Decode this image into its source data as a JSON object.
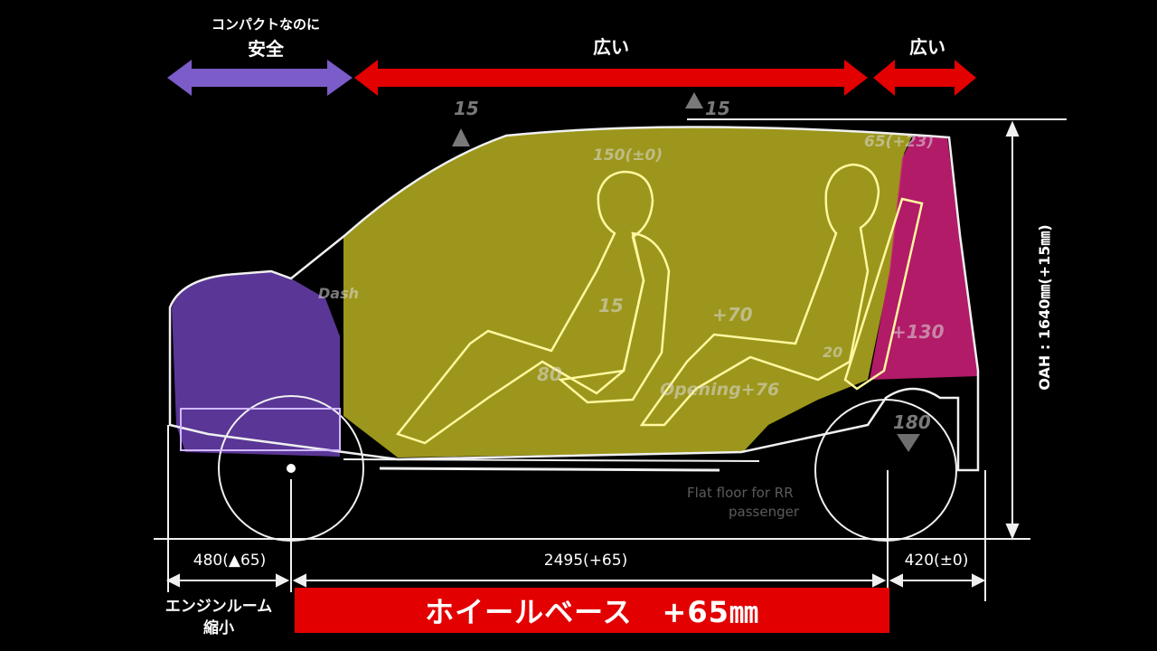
{
  "header": {
    "front_label_line1": "コンパクトなのに",
    "front_label_line2": "安全",
    "cabin_label": "広い",
    "rear_label": "広い"
  },
  "annotations": {
    "roof_front": "15",
    "roof_rear": "15",
    "head_front": "150(±0)",
    "head_rear": "65(+23)",
    "dash": "Dash",
    "seat_front": "15",
    "knee_front": "80",
    "legroom": "+70",
    "opening": "Opening+76",
    "rear_seat": "20",
    "luggage": "+130",
    "luggage_floor": "180",
    "flat_floor_line1": "Flat floor for RR",
    "flat_floor_line2": "passenger"
  },
  "dimensions": {
    "front_overhang": "480(▲65)",
    "wheelbase": "2495(+65)",
    "rear_overhang": "420(±0)",
    "height": "OAH : 1640㎜(+15㎜)"
  },
  "footer": {
    "engine_line1": "エンジンルーム",
    "engine_line2": "縮小",
    "wheelbase_banner": "ホイールベース　+65㎜"
  },
  "colors": {
    "engine_zone": "#6a3fb0",
    "cabin_zone": "#c8c024",
    "luggage_zone": "#d0207a",
    "arrow_purple": "#7b5cc8",
    "arrow_red": "#e20000"
  }
}
